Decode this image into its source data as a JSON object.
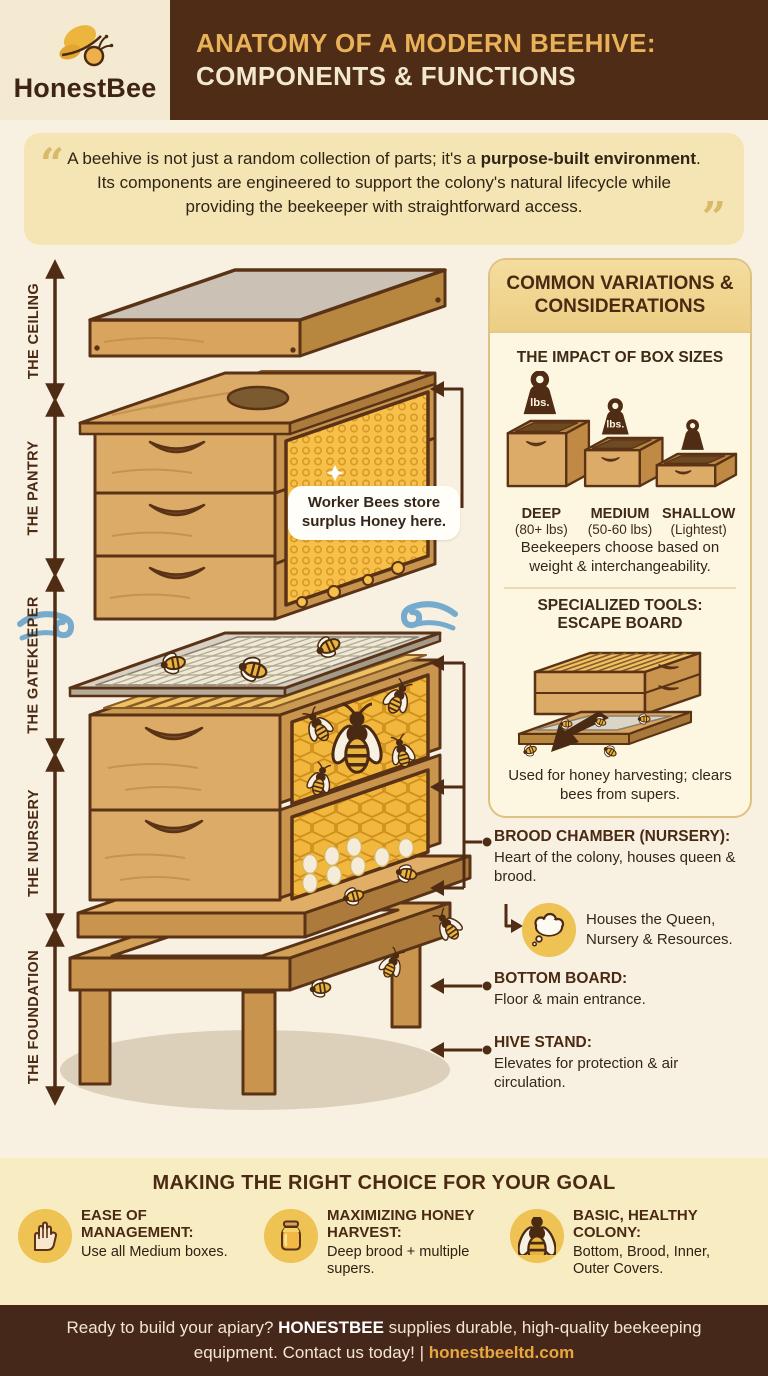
{
  "header": {
    "brand": "HonestBee",
    "title_line1": "ANATOMY OF A MODERN BEEHIVE:",
    "title_line2": "COMPONENTS & FUNCTIONS"
  },
  "quote": {
    "open": "“",
    "close": "”",
    "part1": "A beehive is not just a random collection of parts; it's a ",
    "bold": "purpose-built environment",
    "part2": ". Its components are engineered to support the colony's natural lifecycle while providing the beekeeper with straightforward access."
  },
  "left_rail": {
    "labels": [
      "THE CEILING",
      "THE PANTRY",
      "THE GATEKEEPER",
      "THE NURSERY",
      "THE FOUNDATION"
    ]
  },
  "hive": {
    "worker_callout": "Worker Bees store surplus Honey here."
  },
  "sidebar": {
    "title": "COMMON VARIATIONS & CONSIDERATIONS",
    "box_sizes": {
      "heading": "THE IMPACT OF BOX SIZES",
      "lbs_label": "lbs.",
      "items": [
        {
          "name": "DEEP",
          "weight": "(80+ lbs)"
        },
        {
          "name": "MEDIUM",
          "weight": "(50-60 lbs)"
        },
        {
          "name": "SHALLOW",
          "weight": "(Lightest)"
        }
      ],
      "note": "Beekeepers choose based on weight & interchangeability."
    },
    "tools": {
      "heading_line1": "SPECIALIZED TOOLS:",
      "heading_line2": "ESCAPE BOARD",
      "note": "Used for honey harvesting; clears bees from supers."
    }
  },
  "callouts": {
    "brood": {
      "title": "BROOD CHAMBER (NURSERY):",
      "desc": "Heart of the colony, houses queen & brood."
    },
    "thought": "Houses the Queen, Nursery & Resources.",
    "bottom_board": {
      "title": "BOTTOM BOARD:",
      "desc": "Floor & main entrance."
    },
    "hive_stand": {
      "title": "HIVE STAND:",
      "desc": "Elevates for protection & air circulation."
    }
  },
  "choices": {
    "title": "MAKING THE RIGHT CHOICE FOR YOUR GOAL",
    "items": [
      {
        "title": "EASE OF MANAGEMENT:",
        "desc": "Use all Medium boxes."
      },
      {
        "title": "MAXIMIZING HONEY HARVEST:",
        "desc": "Deep brood + multiple supers."
      },
      {
        "title": "BASIC, HEALTHY COLONY:",
        "desc": "Bottom, Brood, Inner, Outer Covers."
      }
    ]
  },
  "footer": {
    "part1": "Ready to build your apiary? ",
    "brand": "HONESTBEE",
    "part2": " supplies durable, high-quality beekeeping equipment. Contact us today! | ",
    "site": "honestbeeltd.com"
  },
  "colors": {
    "brand_brown": "#4e2c15",
    "accent_gold": "#e9b258",
    "panel_cream": "#f4ead2",
    "quote_bg": "#f5e5b4",
    "band_yellow": "#f8ecc3",
    "footer_link_gold": "#e9a63f"
  }
}
